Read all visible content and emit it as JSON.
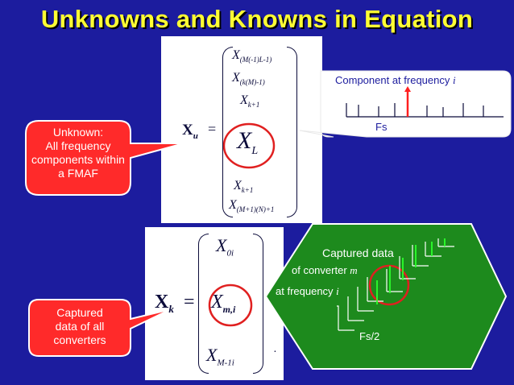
{
  "title": "Unknowns and Knowns in Equation",
  "callouts": {
    "unknown": {
      "lines": [
        "Unknown:",
        "All frequency",
        "components within",
        "a FMAF"
      ]
    },
    "captured": {
      "lines": [
        "Captured",
        "data of all",
        "converters"
      ]
    },
    "component": {
      "label": "Component at frequency",
      "var": "i",
      "axis": "Fs"
    }
  },
  "arrow_shape": {
    "line1": "Captured data",
    "line2_prefix": "of converter",
    "line2_var": "m",
    "line3_prefix": "at frequency",
    "line3_var": "i",
    "axis": "Fs/2"
  },
  "eq1": {
    "lhs": "X",
    "lhs_sub": "u",
    "equals": "=",
    "rows": [
      {
        "sym": "X",
        "sub": "(M(-1)L-1)"
      },
      {
        "sym": "X",
        "sub": "(k(M)-1)"
      },
      {
        "sym": "X",
        "sub": "k+1"
      },
      {
        "sym": "X",
        "sub": "L"
      },
      {
        "sym": "X",
        "sub": "k+1"
      },
      {
        "sym": "X",
        "sub": "(M+1)(N)+1"
      }
    ]
  },
  "eq2": {
    "lhs": "X",
    "lhs_sub": "k",
    "equals": "=",
    "rows": [
      {
        "sym": "X",
        "sub": "0i"
      },
      {
        "sym": "X",
        "sub": "m,i"
      },
      {
        "sym": "X",
        "sub": "M-1i"
      }
    ],
    "trailing": "."
  },
  "colors": {
    "background": "#1c1c9e",
    "title": "#ffff33",
    "callout_red": "#ff2a2a",
    "white_panel": "#ffffff",
    "green_arrow": "#1d8a1d",
    "highlight_circle": "#e02020",
    "green_lines": "#2cff2c",
    "red_line": "#ff2020"
  }
}
